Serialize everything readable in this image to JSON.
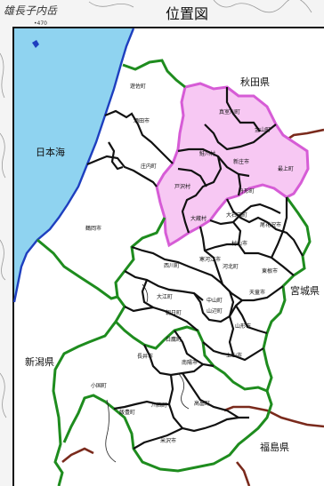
{
  "header": {
    "title": "位置図",
    "corner_text": "雄長子内岳",
    "elevation": "•470"
  },
  "regions": {
    "akita": "秋田県",
    "sea": "日本海",
    "niigata": "新潟県",
    "miyagi": "宮城県",
    "fukushima": "福島県"
  },
  "municipalities": {
    "yuza": "遊佐町",
    "sakata": "酒田市",
    "shonai": "庄内町",
    "tsuruoka": "鶴岡市",
    "mamurogawa": "真室川町",
    "kaneyama": "金山町",
    "sakegawa": "鮭川村",
    "shinjo": "新庄市",
    "mogami": "最上町",
    "tozawa": "戸沢村",
    "funagata": "舟形町",
    "okura": "大蔵村",
    "obanazawa": "尾花沢市",
    "oishida": "大石田町",
    "murayama": "村山市",
    "nishikawa": "西川町",
    "kahoku": "河北町",
    "higashine": "東根市",
    "tendo": "天童市",
    "oe": "大江町",
    "asahi": "朝日町",
    "sagae": "寒河江市",
    "nakayama": "中山町",
    "yamanobe": "山辺町",
    "yamagata": "山形市",
    "shirataka": "白鷹町",
    "nagai": "長井市",
    "kaminoyama": "上山市",
    "oguni": "小国町",
    "iide": "飯豊町",
    "kawanishi": "川西町",
    "takahata": "高畠町",
    "yonezawa": "米沢市",
    "nanyo": "南陽市"
  },
  "colors": {
    "sea": "#8fd3f0",
    "coast": "#1e3fbf",
    "green_border": "#1e8c1e",
    "highlight_fill": "#f7c8f3",
    "highlight_border": "#d65cd6",
    "pref_border": "#7a2a1c"
  }
}
